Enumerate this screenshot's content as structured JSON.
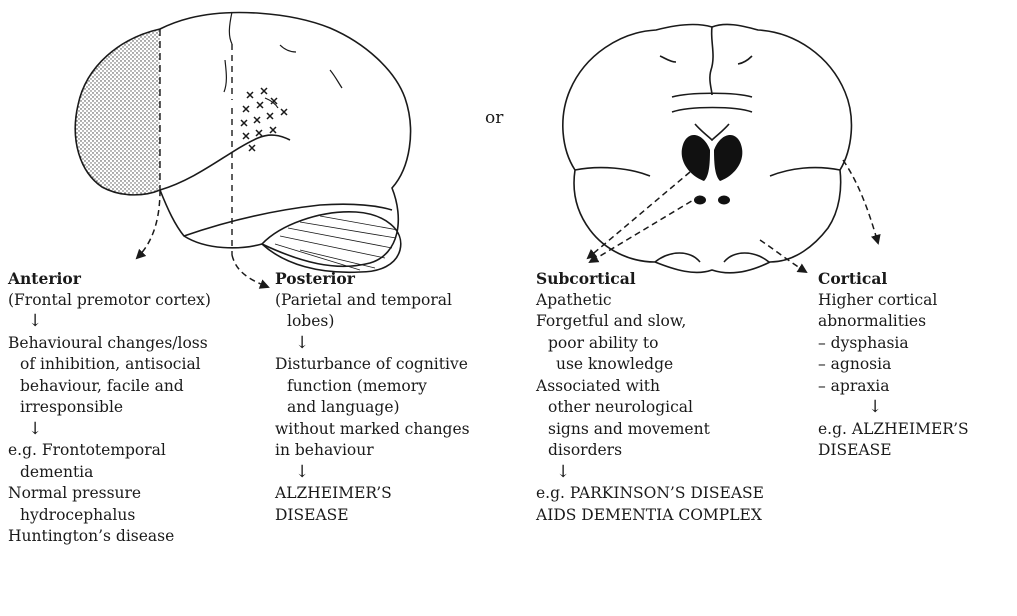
{
  "connector_word": "or",
  "arrow_glyph": "↓",
  "columns": {
    "anterior": {
      "heading": "Anterior",
      "lines": [
        "(Frontal premotor cortex)",
        "↓",
        "Behavioural changes/loss",
        "of inhibition, antisocial",
        "behaviour, facile and",
        "irresponsible",
        "↓",
        "e.g. Frontotemporal",
        "dementia",
        "Normal pressure",
        "hydrocephalus",
        "Huntington’s disease"
      ]
    },
    "posterior": {
      "heading": "Posterior",
      "lines": [
        "(Parietal and temporal",
        "lobes)",
        "↓",
        "Disturbance of cognitive",
        "function (memory",
        "and language)",
        "without marked changes",
        "in behaviour",
        "↓",
        "ALZHEIMER’S",
        "DISEASE"
      ]
    },
    "subcortical": {
      "heading": "Subcortical",
      "lines": [
        "Apathetic",
        "Forgetful and slow,",
        "poor ability to",
        "use knowledge",
        "Associated with",
        "other neurological",
        "signs and movement",
        "disorders",
        "↓",
        "e.g. PARKINSON’S DISEASE",
        "AIDS DEMENTIA COMPLEX"
      ]
    },
    "cortical": {
      "heading": "Cortical",
      "lines": [
        "Higher cortical",
        "abnormalities",
        "– dysphasia",
        "– agnosia",
        "– apraxia",
        "↓",
        "e.g. ALZHEIMER’S",
        "DISEASE"
      ]
    }
  },
  "colors": {
    "ink": "#1a1a1a",
    "background": "#ffffff"
  }
}
